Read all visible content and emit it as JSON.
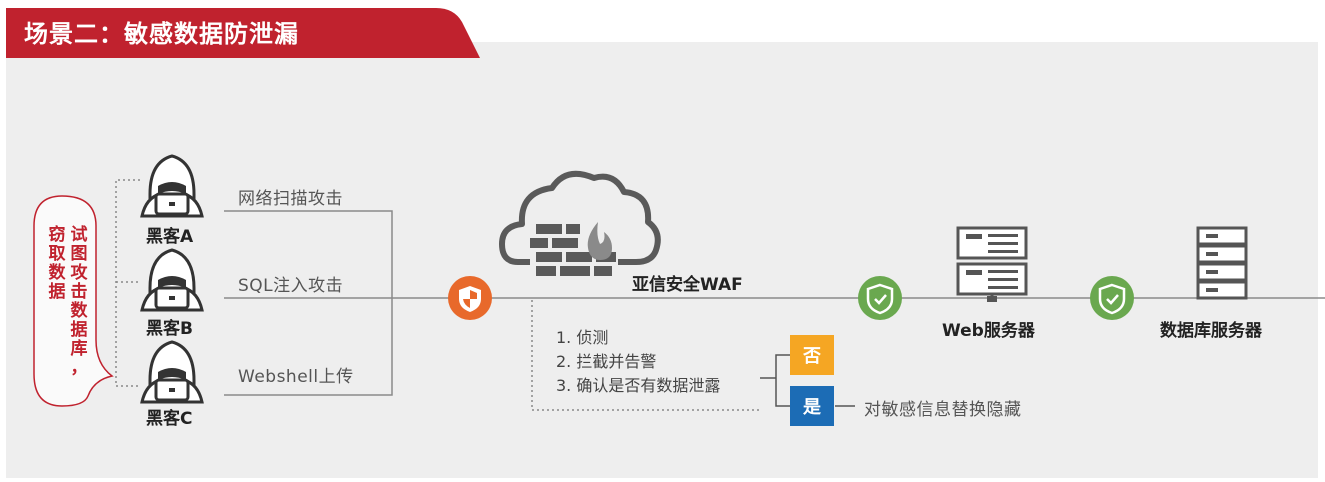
{
  "header": {
    "title": "场景二：敏感数据防泄漏"
  },
  "bubble": {
    "col1": [
      "试",
      "图",
      "攻",
      "击",
      "数",
      "据",
      "库",
      "，"
    ],
    "col2": [
      "窃",
      "取",
      "数",
      "据"
    ]
  },
  "hackers": [
    {
      "label": "黑客A"
    },
    {
      "label": "黑客B"
    },
    {
      "label": "黑客C"
    }
  ],
  "attacks": [
    {
      "label": "网络扫描攻击"
    },
    {
      "label": "SQL注入攻击"
    },
    {
      "label": "Webshell上传"
    }
  ],
  "waf": {
    "label": "亚信安全WAF"
  },
  "steps": [
    "1. 侦测",
    "2. 拦截并告警",
    "3. 确认是否有数据泄露"
  ],
  "decisions": {
    "no": {
      "label": "否",
      "color": "#f5a623"
    },
    "yes": {
      "label": "是",
      "color": "#1c6cb5"
    },
    "yes_action": "对敏感信息替换隐藏"
  },
  "servers": {
    "web": "Web服务器",
    "db": "数据库服务器"
  },
  "colors": {
    "brand_red": "#c0222e",
    "shield_orange": "#e8692b",
    "shield_green": "#6aa84f",
    "line_gray": "#8a8a8a"
  }
}
